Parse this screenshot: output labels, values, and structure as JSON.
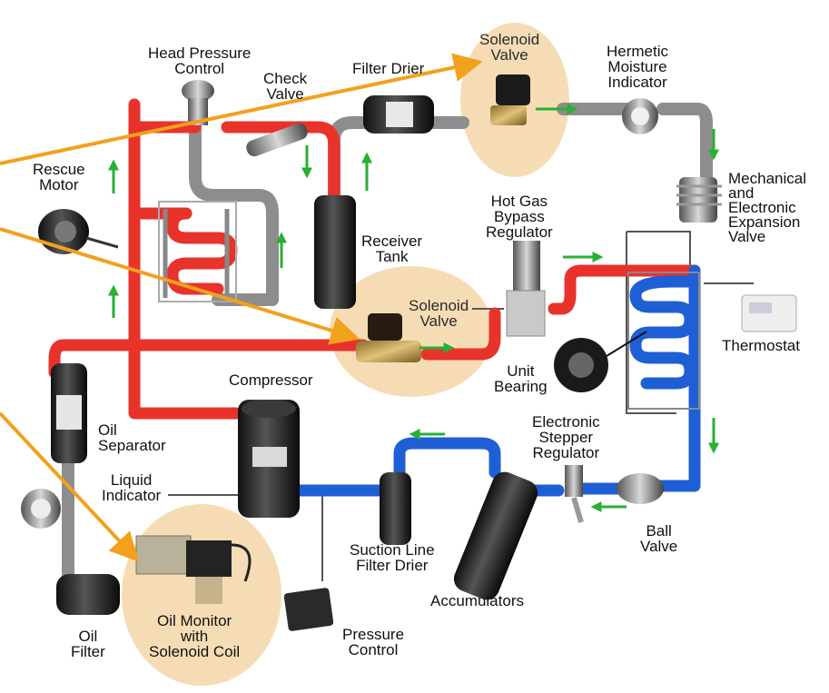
{
  "diagram": {
    "title": "",
    "colors": {
      "hot_line": "#e8332b",
      "cold_line": "#1f5fd6",
      "gray_line": "#8d8d8d",
      "highlight": "#f6dcb4",
      "arrow_orange": "#f2a11d",
      "flow_arrow": "#27b034"
    },
    "labels": {
      "head_pressure": [
        "Head Pressure",
        "Control"
      ],
      "check_valve": [
        "Check",
        "Valve"
      ],
      "filter_drier": [
        "Filter Drier"
      ],
      "solenoid_top": [
        "Solenoid",
        "Valve"
      ],
      "hermetic": [
        "Hermetic",
        "Moisture",
        "Indicator"
      ],
      "rescue_motor": [
        "Rescue",
        "Motor"
      ],
      "mechanical": [
        "Mechanical",
        "and",
        "Electronic",
        "Expansion",
        "Valve"
      ],
      "hot_gas": [
        "Hot Gas",
        "Bypass",
        "Regulator"
      ],
      "receiver": [
        "Receiver",
        "Tank"
      ],
      "solenoid_mid": [
        "Solenoid",
        "Valve"
      ],
      "thermostat": [
        "Thermostat"
      ],
      "compressor": [
        "Compressor"
      ],
      "unit_bearing": [
        "Unit",
        "Bearing"
      ],
      "oil_separator": [
        "Oil",
        "Separator"
      ],
      "electronic_stepper": [
        "Electronic",
        "Stepper",
        "Regulator"
      ],
      "liquid_indicator": [
        "Liquid",
        "Indicator"
      ],
      "ball_valve": [
        "Ball",
        "Valve"
      ],
      "suction_filter": [
        "Suction Line",
        "Filter Drier"
      ],
      "accumulators": [
        "Accumulators"
      ],
      "oil_monitor": [
        "Oil Monitor",
        "with",
        "Solenoid Coil"
      ],
      "oil_filter": [
        "Oil",
        "Filter"
      ],
      "pressure_control": [
        "Pressure",
        "Control"
      ]
    }
  }
}
